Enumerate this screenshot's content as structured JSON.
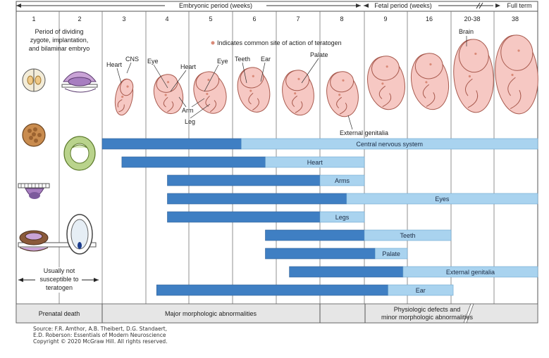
{
  "header": {
    "embryonic_label": "Embryonic period (weeks)",
    "fetal_label": "Fetal period (weeks)",
    "fullterm_label": "Full term",
    "weeks": [
      "1",
      "2",
      "3",
      "4",
      "5",
      "6",
      "7",
      "8",
      "9",
      "16",
      "20-38",
      "38"
    ]
  },
  "early": {
    "period_text": [
      "Period of dividing",
      "zygote, implantation,",
      "and bilaminar embryo"
    ],
    "not_susceptible": [
      "Usually not",
      "susceptible to",
      "teratogen"
    ]
  },
  "legend": {
    "teratogen_site": "Indicates common site of action of teratogen"
  },
  "labels": {
    "heart": "Heart",
    "cns": "CNS",
    "eye": "Eye",
    "heart2": "Heart",
    "eye2": "Eye",
    "teeth": "Teeth",
    "ear": "Ear",
    "palate": "Palate",
    "brain": "Brain",
    "arm": "Arm",
    "leg": "Leg",
    "external_genitalia": "External genitalia"
  },
  "bars": [
    {
      "label": "Central nervous system",
      "dark": [
        0,
        3.2
      ],
      "light": [
        3.2,
        10
      ]
    },
    {
      "label": "Heart",
      "dark": [
        0.45,
        3.75
      ],
      "light": [
        3.75,
        6
      ]
    },
    {
      "label": "Arms",
      "dark": [
        1.5,
        5
      ],
      "light": [
        5,
        6
      ]
    },
    {
      "label": "Eyes",
      "dark": [
        1.5,
        5.6
      ],
      "light": [
        5.6,
        10
      ]
    },
    {
      "label": "Legs",
      "dark": [
        1.5,
        5
      ],
      "light": [
        5,
        6
      ]
    },
    {
      "label": "Teeth",
      "dark": [
        3.75,
        6
      ],
      "light": [
        6,
        8
      ]
    },
    {
      "label": "Palate",
      "dark": [
        3.75,
        6.25
      ],
      "light": [
        6.25,
        7
      ]
    },
    {
      "label": "External genitalia",
      "dark": [
        4.3,
        6.9
      ],
      "light": [
        6.9,
        10
      ]
    },
    {
      "label": "Ear",
      "dark": [
        1.25,
        6.55
      ],
      "light": [
        6.55,
        8.05
      ]
    }
  ],
  "footer": {
    "prenatal_death": "Prenatal death",
    "major": "Major morphologic abnormalities",
    "physio": [
      "Physiologic defects and",
      "minor morphologic abnormalities"
    ]
  },
  "source": [
    "Source: F.R. Amthor, A.B. Theibert, D.G. Standaert,",
    "E.D. Roberson: Essentials of Modern Neuroscience",
    "Copyright © 2020 McGraw Hill. All rights reserved."
  ],
  "colors": {
    "dark_blue": "#3f7fc3",
    "light_blue": "#a9d3ef",
    "embryo": "#f6c8c3",
    "footer_bg": "#e6e6e6"
  }
}
